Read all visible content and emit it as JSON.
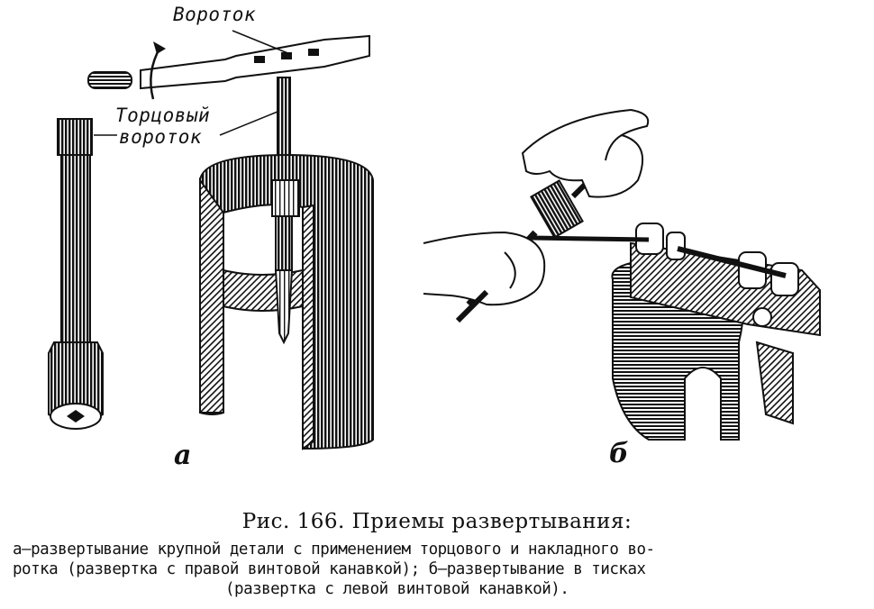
{
  "labels": {
    "vorotok": "Вороток",
    "tortsovy_line1": "Торцовый",
    "tortsovy_line2": "вороток"
  },
  "panels": {
    "a": "а",
    "b": "б"
  },
  "caption": {
    "title": "Рис. 166. Приемы развертывания:",
    "line1": "а—развертывание крупной детали с применением торцового и накладного во-",
    "line2": "ротка (развертка с правой винтовой канавкой); б—развертывание в тисках",
    "line3": "(развертка с левой винтовой канавкой)."
  },
  "colors": {
    "ink": "#111111",
    "background": "#ffffff"
  }
}
